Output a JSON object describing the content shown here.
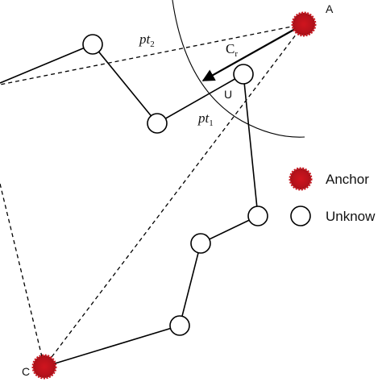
{
  "diagram": {
    "nodes": {
      "anchor_a_label": "A",
      "anchor_c_label": "C",
      "unknown_u_label": "U"
    },
    "labels": {
      "pt2_main": "pt",
      "pt2_sub": "2",
      "pt1_main": "pt",
      "pt1_sub": "1",
      "cr_main": "C",
      "cr_sub": "r"
    },
    "legend": {
      "anchor_label": "Anchor",
      "unknown_label": "Unknow"
    },
    "colors": {
      "anchor": "#b5121b",
      "line": "#000000",
      "unknown_fill": "#ffffff"
    },
    "icons": {
      "anchor_marker": "filled-red-burst-circle",
      "unknown_marker": "hollow-circle"
    }
  }
}
